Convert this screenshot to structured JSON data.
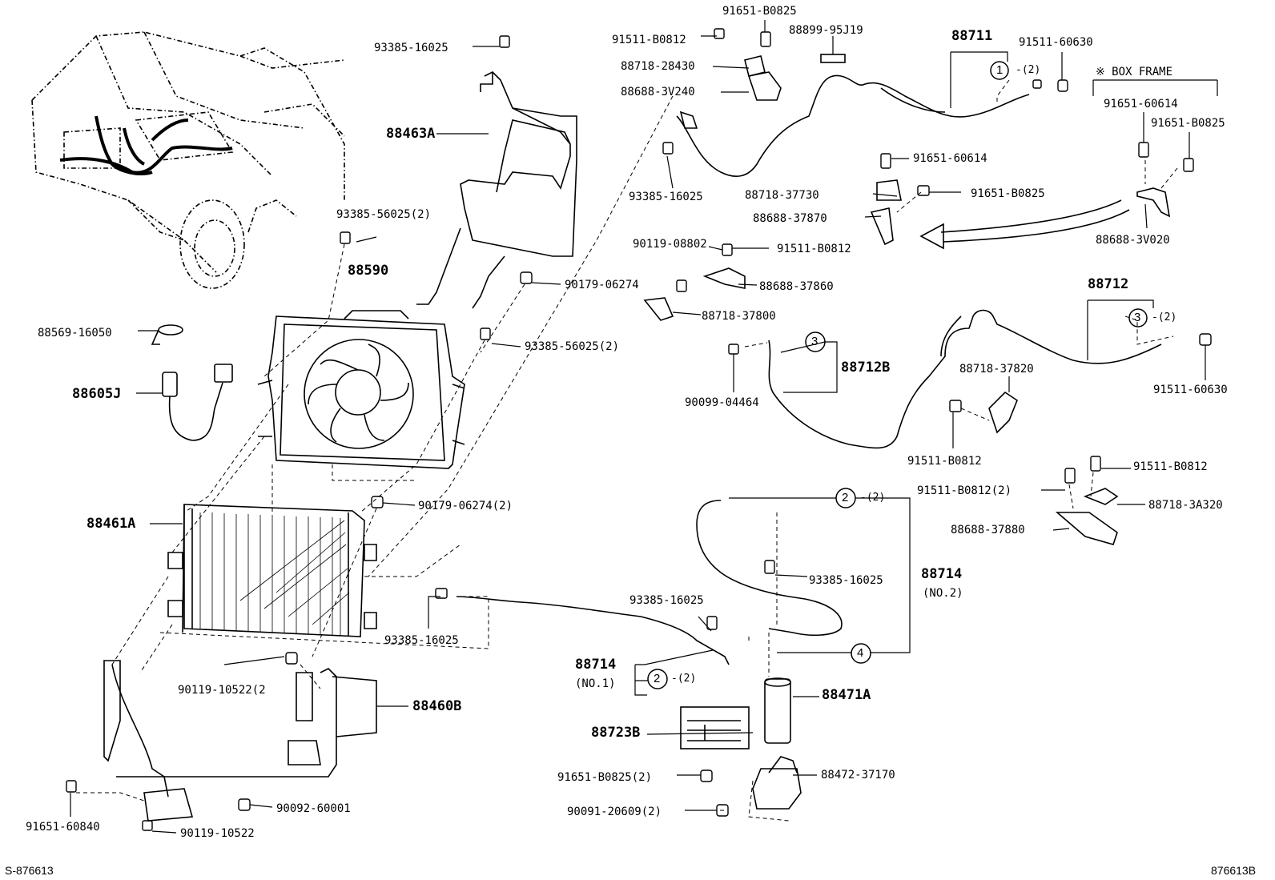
{
  "parts": {
    "p93385_16025_top": "93385-16025",
    "p88463A": "88463A",
    "p93385_56025_a": "93385-56025(2)",
    "p88590": "88590",
    "p88569_16050": "88569-16050",
    "p88605J": "88605J",
    "p93385_56025_b": "93385-56025(2)",
    "p90179_06274": "90179-06274",
    "p90179_06274_2": "90179-06274(2)",
    "p88461A": "88461A",
    "p93385_16025_mid": "93385-16025",
    "p90119_10522_2": "90119-10522(2",
    "p88460B": "88460B",
    "p91651_60840": "91651-60840",
    "p90092_60001": "90092-60001",
    "p90119_10522": "90119-10522",
    "p91651_B0825_top": "91651-B0825",
    "p91511_B0812_top": "91511-B0812",
    "p88899_95J19": "88899-95J19",
    "p88718_28430": "88718-28430",
    "p88688_3V240": "88688-3V240",
    "p93385_16025_r": "93385-16025",
    "p88711": "88711",
    "p91511_60630_top": "91511-60630",
    "callout1_qty": "-(2)",
    "box_frame": "※ BOX FRAME",
    "p91651_60614_a": "91651-60614",
    "p91651_B0825_box": "91651-B0825",
    "p88688_3V020": "88688-3V020",
    "p91651_60614_b": "91651-60614",
    "p88718_37730": "88718-37730",
    "p91651_B0825_mid": "91651-B0825",
    "p88688_37870": "88688-37870",
    "p90119_08802": "90119-08802",
    "p91511_B0812_mid": "91511-B0812",
    "p88688_37860": "88688-37860",
    "p88718_37800": "88718-37800",
    "p88712": "88712",
    "callout3_qty": "-(2)",
    "p88712B": "88712B",
    "p90099_04464": "90099-04464",
    "p88718_37820": "88718-37820",
    "p91511_60630_r": "91511-60630",
    "p91511_B0812_low": "91511-B0812",
    "p91511_B0812_r": "91511-B0812",
    "p91511_B0812_2": "91511-B0812(2)",
    "p88718_3A320": "88718-3A320",
    "p88688_37880": "88688-37880",
    "callout2_qty_a": "-(2)",
    "p93385_16025_c": "93385-16025",
    "p88714": "88714",
    "p88714_no2": "(NO.2)",
    "p93385_16025_d": "93385-16025",
    "p88714_b": "88714",
    "p88714_no1": "(NO.1)",
    "callout2_qty_b": "-(2)",
    "p88471A": "88471A",
    "p88723B": "88723B",
    "p91651_B0825_2": "91651-B0825(2)",
    "p88472_37170": "88472-37170",
    "p90091_20609": "90091-20609(2)",
    "callout_1": "1",
    "callout_2": "2",
    "callout_3": "3",
    "callout_4": "4",
    "footer_left": "S-876613",
    "footer_right": "876613B"
  }
}
